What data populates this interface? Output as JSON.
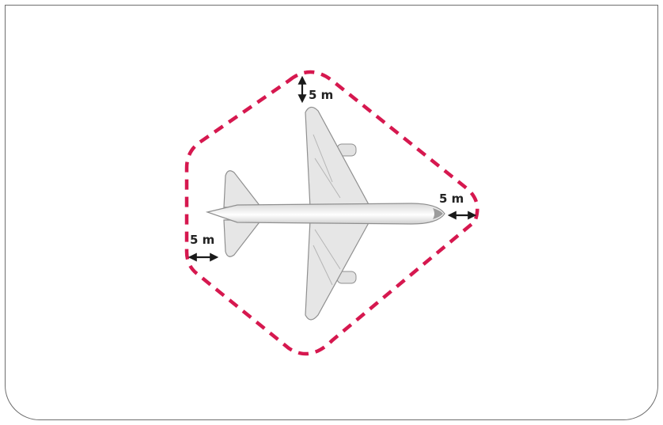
{
  "diagram": {
    "colors": {
      "boundary": "#d6184f",
      "dimension": "#1a1a1a",
      "aircraft_fill": "#e9e9e9",
      "aircraft_stroke": "#8f8f8f"
    },
    "dimensions": [
      {
        "id": "top",
        "label": "5 m"
      },
      {
        "id": "nose",
        "label": "5 m"
      },
      {
        "id": "tail",
        "label": "5 m"
      }
    ]
  }
}
